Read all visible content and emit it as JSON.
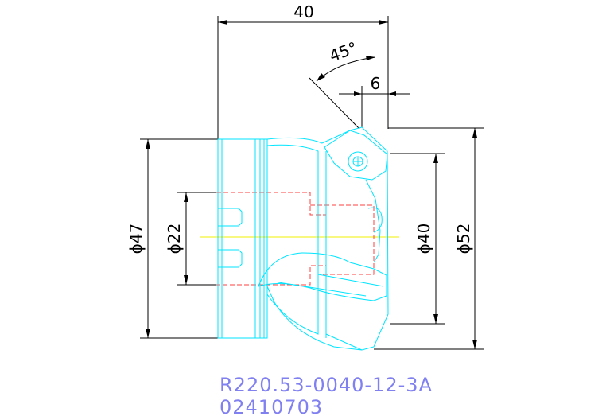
{
  "dimensions": {
    "length": "40",
    "angle": "45°",
    "offset": "6",
    "dia_shank": "ϕ47",
    "dia_bore": "ϕ22",
    "dia_small": "ϕ40",
    "dia_cutter": "ϕ52"
  },
  "caption": {
    "part_number": "R220.53-0040-12-3A",
    "code": "02410703"
  },
  "colors": {
    "dimension": "#000000",
    "tool_body": "#00e5ff",
    "hidden": "#ff4040",
    "centerline": "#f0f000",
    "caption": "#8080f0"
  }
}
